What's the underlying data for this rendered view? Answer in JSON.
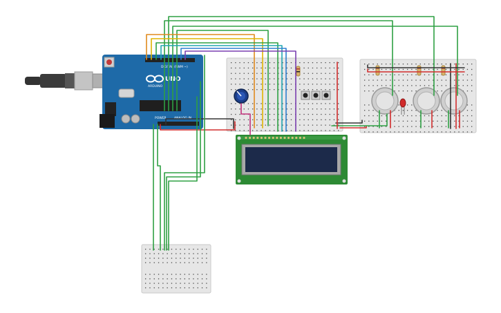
{
  "arduino": {
    "logo_text": "UNO",
    "brand_text": "ARDUINO",
    "header_digital": "DIGITAL (PWM ~)",
    "header_power": "POWER",
    "header_analog": "ANALOG IN",
    "board_color": "#1e6aa8"
  },
  "lcd": {
    "screen_color": "#1c2a4a",
    "pcb_color": "#2d8a34"
  },
  "colors": {
    "wire_green": "#2ea043",
    "wire_red": "#d22d2d",
    "wire_black": "#333333",
    "wire_yellow": "#e0b400",
    "wire_orange": "#e08a1e",
    "wire_blue": "#2f7fd0",
    "wire_cyan": "#22a6b0",
    "wire_purple": "#7a3fb0",
    "wire_pink": "#c0307a"
  }
}
